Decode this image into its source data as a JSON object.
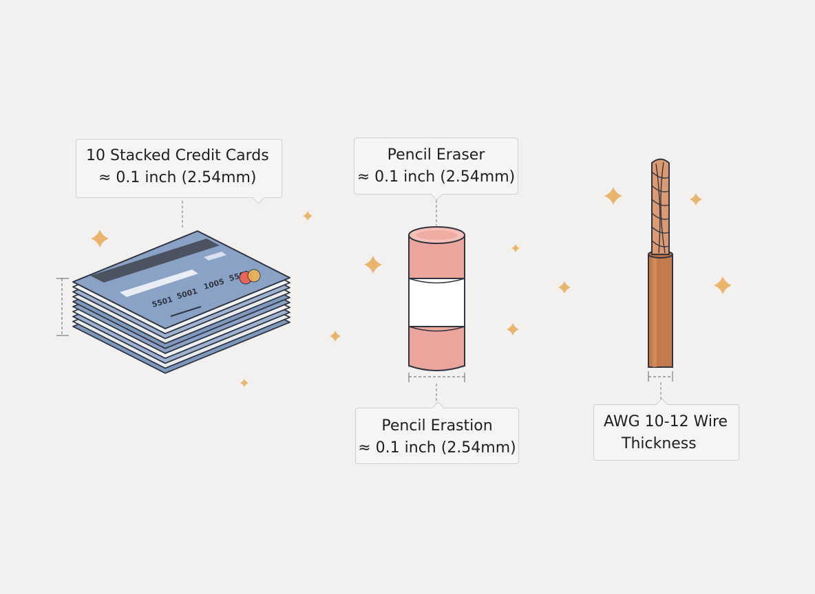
{
  "background_color": "#f2f1f0",
  "colors": {
    "card_blue": "#8aa2c6",
    "eraser_pink": "#eba59c",
    "wire_copper": "#c37a4c",
    "sparkle_gold": "#e9b46c"
  },
  "items": [
    {
      "id": "credit-cards",
      "icon": "stacked-credit-cards-icon",
      "label_line1": "10 Stacked Credit Cards",
      "label_line2": "≈ 0.1 inch (2.54mm)",
      "card_count": 10,
      "card_digits": [
        "5501",
        "5001",
        "1005",
        "5501"
      ]
    },
    {
      "id": "pencil-eraser",
      "icon": "pencil-eraser-icon",
      "label_line1": "Pencil Eraser",
      "label_line2": "≈ 0.1 inch (2.54mm)",
      "bottom_label_line1": "Pencil Erastion",
      "bottom_label_line2": "≈ 0.1 inch (2.54mm)"
    },
    {
      "id": "awg-wire",
      "icon": "copper-wire-icon",
      "label_line1": "AWG 10-12 Wire",
      "label_line2": "Thickness"
    }
  ]
}
